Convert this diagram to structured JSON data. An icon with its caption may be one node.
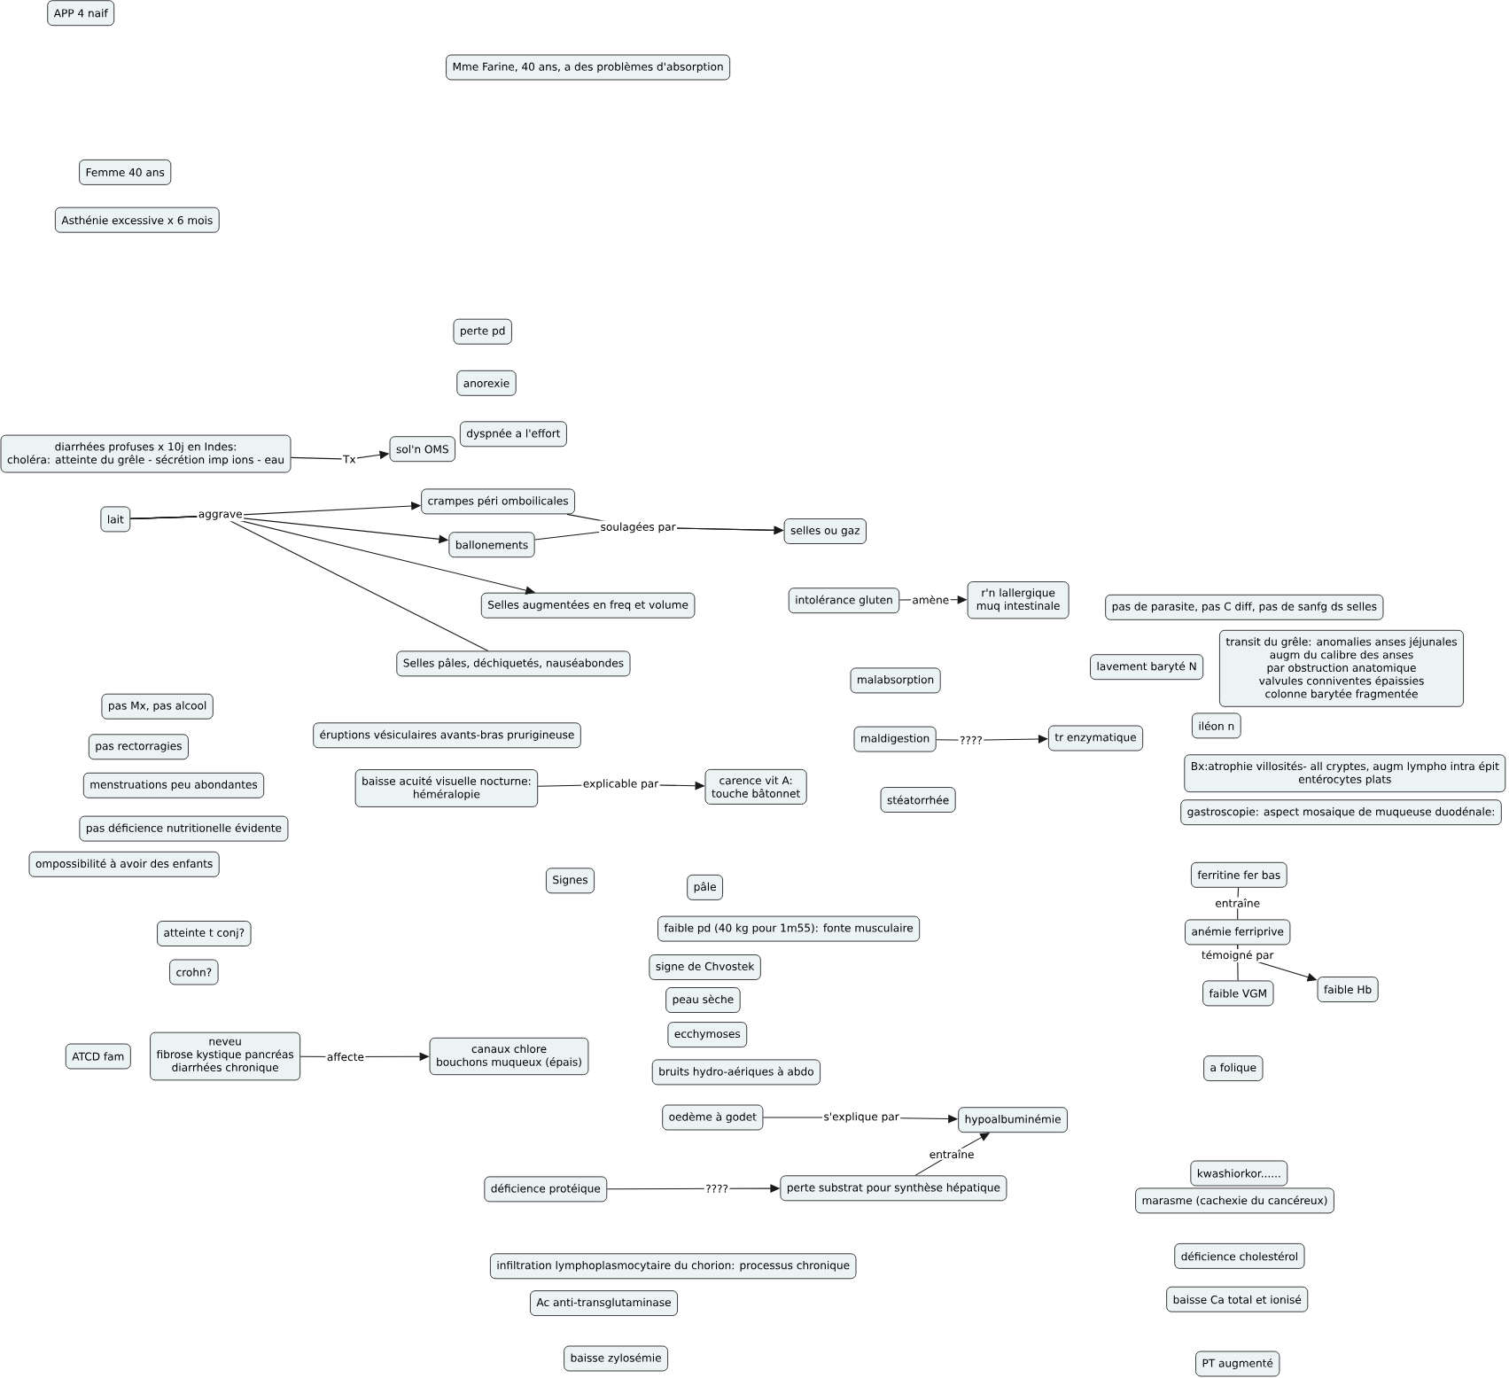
{
  "diagram": {
    "nodes": [
      {
        "text": [
          "APP 4 naif"
        ]
      },
      {
        "text": [
          "Mme Farine, 40 ans, a des problèmes d'absorption"
        ]
      },
      {
        "text": [
          "Femme 40 ans"
        ]
      },
      {
        "text": [
          "Asthénie excessive x 6 mois"
        ]
      },
      {
        "text": [
          "perte pd"
        ]
      },
      {
        "text": [
          "anorexie"
        ]
      },
      {
        "text": [
          "dyspnée a l'effort"
        ]
      },
      {
        "text": [
          "diarrhées profuses x 10j en Indes:",
          "choléra: atteinte du grêle - sécrétion imp ions - eau"
        ]
      },
      {
        "text": [
          "sol'n OMS"
        ]
      },
      {
        "text": [
          "lait"
        ]
      },
      {
        "text": [
          "crampes péri omboilicales"
        ]
      },
      {
        "text": [
          "ballonements"
        ]
      },
      {
        "text": [
          "selles ou gaz"
        ]
      },
      {
        "text": [
          "Selles augmentées en freq et volume"
        ]
      },
      {
        "text": [
          "intolérance gluten"
        ]
      },
      {
        "text": [
          "r'n lallergique muq intestinale"
        ]
      },
      {
        "text": [
          "pas de parasite, pas C diff, pas de sanfg ds selles"
        ]
      },
      {
        "text": [
          "Selles pâles, déchiquetés, nauséabondes"
        ]
      },
      {
        "text": [
          "lavement baryté N"
        ]
      },
      {
        "text": [
          "transit du grêle: anomalies anses jéjunales",
          "augm du calibre des anses",
          "par obstruction anatomique",
          "valvules conniventes épaissies",
          "colonne barytée fragmentée"
        ]
      },
      {
        "text": [
          "malabsorption"
        ]
      },
      {
        "text": [
          "pas Mx, pas alcool"
        ]
      },
      {
        "text": [
          "éruptions vésiculaires avants-bras prurigineuse"
        ]
      },
      {
        "text": [
          "maldigestion"
        ]
      },
      {
        "text": [
          "tr enzymatique"
        ]
      },
      {
        "text": [
          "iléon n"
        ]
      },
      {
        "text": [
          "pas rectorragies"
        ]
      },
      {
        "text": [
          "menstruations peu abondantes"
        ]
      },
      {
        "text": [
          "baisse acuité visuelle nocturne:",
          "héméralopie"
        ]
      },
      {
        "text": [
          "carence vit A:",
          "touche bâtonnet"
        ]
      },
      {
        "text": [
          "Bx:atrophie villosités- all cryptes, augm lympho intra épit",
          "entérocytes plats"
        ]
      },
      {
        "text": [
          "stéatorrhée"
        ]
      },
      {
        "text": [
          "gastroscopie: aspect mosaique de muqueuse duodénale:"
        ]
      },
      {
        "text": [
          "pas déficience nutritionelle évidente"
        ]
      },
      {
        "text": [
          "ompossibilité à avoir des enfants"
        ]
      },
      {
        "text": [
          "Signes"
        ]
      },
      {
        "text": [
          "ferritine fer  bas"
        ]
      },
      {
        "text": [
          "pâle"
        ]
      },
      {
        "text": [
          "atteinte t conj?"
        ]
      },
      {
        "text": [
          "faible pd (40 kg pour 1m55): fonte musculaire"
        ]
      },
      {
        "text": [
          "anémie ferriprive"
        ]
      },
      {
        "text": [
          "crohn?"
        ]
      },
      {
        "text": [
          "signe de Chvostek"
        ]
      },
      {
        "text": [
          "faible VGM"
        ]
      },
      {
        "text": [
          "faible Hb"
        ]
      },
      {
        "text": [
          "peau sèche"
        ]
      },
      {
        "text": [
          "ecchymoses"
        ]
      },
      {
        "text": [
          "ATCD fam"
        ]
      },
      {
        "text": [
          "neveu",
          "fibrose kystique pancréas",
          "diarrhées chronique"
        ]
      },
      {
        "text": [
          "canaux chlore",
          "bouchons muqueux (épais)"
        ]
      },
      {
        "text": [
          "a folique"
        ]
      },
      {
        "text": [
          "bruits hydro-aériques à abdo"
        ]
      },
      {
        "text": [
          "oedème à godet"
        ]
      },
      {
        "text": [
          "hypoalbuminémie"
        ]
      },
      {
        "text": [
          "kwashiorkor......"
        ]
      },
      {
        "text": [
          "déficience protéique"
        ]
      },
      {
        "text": [
          "perte substrat pour synthèse hépatique"
        ]
      },
      {
        "text": [
          "marasme (cachexie du cancéreux)"
        ]
      },
      {
        "text": [
          "déficience cholestérol"
        ]
      },
      {
        "text": [
          "infiltration lymphoplasmocytaire du chorion: processus chronique"
        ]
      },
      {
        "text": [
          "Ac anti-transglutaminase"
        ]
      },
      {
        "text": [
          "baisse Ca total et ionisé"
        ]
      },
      {
        "text": [
          "baisse zylosémie"
        ]
      },
      {
        "text": [
          "PT augmenté"
        ]
      }
    ],
    "edges": [
      {
        "from": 7,
        "to": 8,
        "arrow": "to",
        "label": "Tx"
      },
      {
        "from": 9,
        "to": 10,
        "arrow": "to",
        "label": "aggrave"
      },
      {
        "from": 9,
        "to": 11,
        "arrow": "to"
      },
      {
        "from": 9,
        "to": 13,
        "arrow": "to"
      },
      {
        "from": 9,
        "to": 17,
        "arrow": "none"
      },
      {
        "from": 10,
        "to": 12,
        "arrow": "to",
        "label": "soulagées par"
      },
      {
        "from": 11,
        "to": 12,
        "arrow": "to"
      },
      {
        "from": 14,
        "to": 15,
        "arrow": "to",
        "label": "amène"
      },
      {
        "from": 23,
        "to": 24,
        "arrow": "to",
        "label": "????"
      },
      {
        "from": 28,
        "to": 29,
        "arrow": "to",
        "label": "explicable par"
      },
      {
        "from": 36,
        "to": 40,
        "arrow": "none",
        "label": "entraîne"
      },
      {
        "from": 40,
        "to": 43,
        "arrow": "none",
        "label": "témoigné par"
      },
      {
        "from": 40,
        "to": 44,
        "arrow": "to"
      },
      {
        "from": 48,
        "to": 49,
        "arrow": "to",
        "label": "affecte"
      },
      {
        "from": 52,
        "to": 53,
        "arrow": "to",
        "label": "s'explique par"
      },
      {
        "from": 55,
        "to": 56,
        "arrow": "to",
        "label": "????"
      },
      {
        "from": 56,
        "to": 53,
        "arrow": "to",
        "label": "entraîne"
      }
    ]
  }
}
